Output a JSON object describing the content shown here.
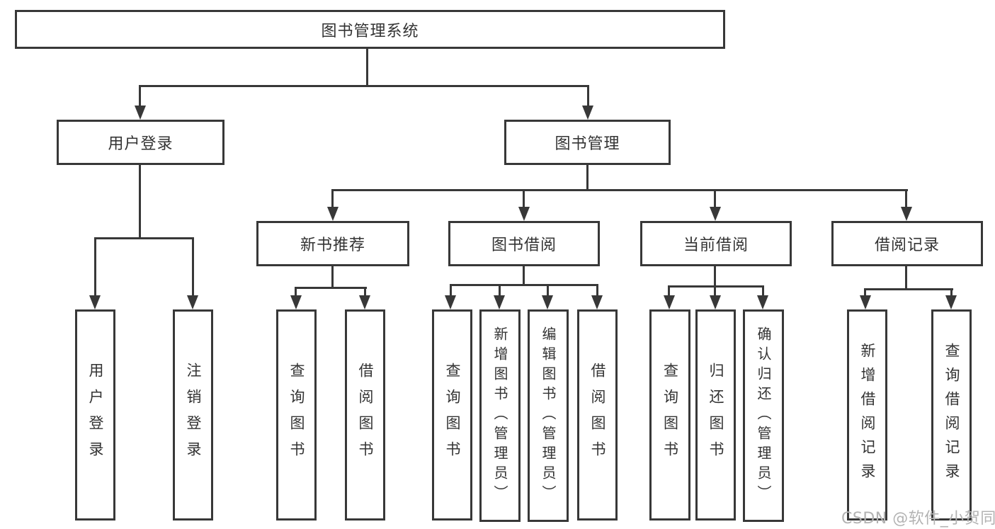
{
  "tree": {
    "root": {
      "label": "图书管理系统",
      "children": [
        {
          "label": "用户登录",
          "children": [
            {
              "label": "用户登录"
            },
            {
              "label": "注销登录"
            }
          ]
        },
        {
          "label": "图书管理",
          "children": [
            {
              "label": "新书推荐",
              "children": [
                {
                  "label": "查询图书"
                },
                {
                  "label": "借阅图书"
                }
              ]
            },
            {
              "label": "图书借阅",
              "children": [
                {
                  "label": "查询图书"
                },
                {
                  "label": "新增图书（管理员）"
                },
                {
                  "label": "编辑图书（管理员）"
                },
                {
                  "label": "借阅图书"
                }
              ]
            },
            {
              "label": "当前借阅",
              "children": [
                {
                  "label": "查询图书"
                },
                {
                  "label": "归还图书"
                },
                {
                  "label": "确认归还（管理员）"
                }
              ]
            },
            {
              "label": "借阅记录",
              "children": [
                {
                  "label": "新增借阅记录"
                },
                {
                  "label": "查询借阅记录"
                }
              ]
            }
          ]
        }
      ]
    }
  },
  "watermark": {
    "text": "CSDN @软件_小贺同学"
  },
  "colors": {
    "line": "#383838",
    "text": "#333333",
    "background": "#ffffff",
    "watermark": "#b3b3b3"
  }
}
